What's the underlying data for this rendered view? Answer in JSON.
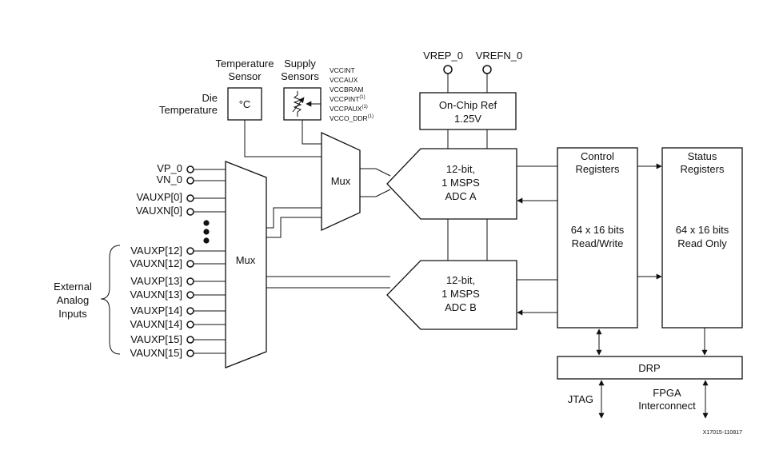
{
  "temperature": {
    "sensor_label_1": "Temperature",
    "sensor_label_2": "Sensor",
    "die_label_1": "Die",
    "die_label_2": "Temperature",
    "unit": "°C"
  },
  "supply": {
    "label_1": "Supply",
    "label_2": "Sensors",
    "rails": [
      {
        "name": "VCCINT",
        "note": ""
      },
      {
        "name": "VCCAUX",
        "note": ""
      },
      {
        "name": "VCCBRAM",
        "note": ""
      },
      {
        "name": "VCCPINT",
        "note": "(1)"
      },
      {
        "name": "VCCPAUX",
        "note": "(1)"
      },
      {
        "name": "VCCO_DDR",
        "note": "(1)"
      }
    ]
  },
  "reference": {
    "pins": [
      "VREP_0",
      "VREFN_0"
    ],
    "box_line_1": "On-Chip Ref",
    "box_line_2": "1.25V"
  },
  "mux_small": {
    "label": "Mux"
  },
  "mux_large": {
    "label": "Mux"
  },
  "inputs": {
    "top": [
      "VP_0",
      "VN_0",
      "VAUXP[0]",
      "VAUXN[0]"
    ],
    "bottom": [
      "VAUXP[12]",
      "VAUXN[12]",
      "VAUXP[13]",
      "VAUXN[13]",
      "VAUXP[14]",
      "VAUXN[14]",
      "VAUXP[15]",
      "VAUXN[15]"
    ],
    "group_label": [
      "External",
      "Analog",
      "Inputs"
    ]
  },
  "adc_a": {
    "line_1": "12-bit,",
    "line_2": "1 MSPS",
    "line_3": "ADC A"
  },
  "adc_b": {
    "line_1": "12-bit,",
    "line_2": "1 MSPS",
    "line_3": "ADC B"
  },
  "control": {
    "title_1": "Control",
    "title_2": "Registers",
    "body_1": "64 x 16 bits",
    "body_2": "Read/Write"
  },
  "status": {
    "title_1": "Status",
    "title_2": "Registers",
    "body_1": "64 x 16 bits",
    "body_2": "Read Only"
  },
  "drp": {
    "label": "DRP"
  },
  "jtag": {
    "label": "JTAG"
  },
  "fpga": {
    "label_1": "FPGA",
    "label_2": "Interconnect"
  },
  "figure_id": "X17015-110817"
}
